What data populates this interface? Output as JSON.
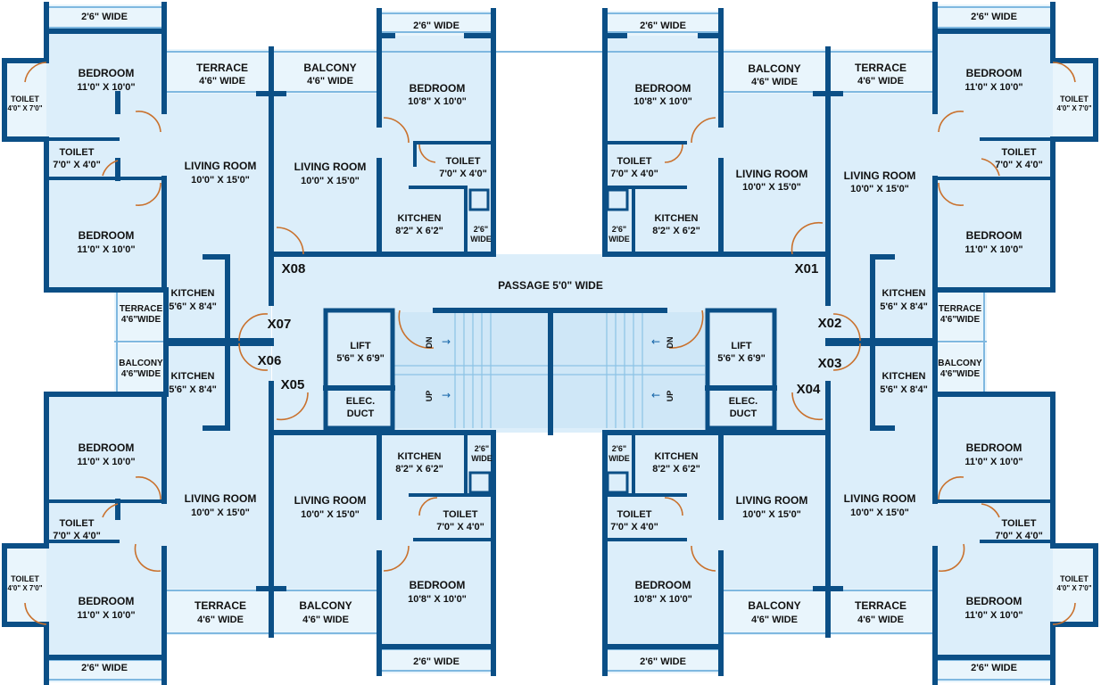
{
  "passage": "PASSAGE 5'0\" WIDE",
  "units": [
    {
      "id": "X01",
      "rooms": {
        "bed_top_name": "BEDROOM",
        "bed_top_size": "11'0\" X 10'0\"",
        "wide_top": "2'6\" WIDE",
        "toilet_side_name": "TOILET",
        "toilet_side_size": "4'0\" X 7'0\"",
        "toilet_mid_name": "TOILET",
        "toilet_mid_size": "7'0\" X 4'0\"",
        "bed_bottom_name": "BEDROOM",
        "bed_bottom_size": "11'0\" X 10'0\"",
        "terrace_name": "TERRACE",
        "terrace_size": "4'6\" WIDE",
        "living_name": "LIVING ROOM",
        "living_size": "10'0\" X 15'0\"",
        "kitchen_name": "KITCHEN",
        "kitchen_size": "5'6\" X 8'4\"",
        "side_name": "TERRACE",
        "side_size": "4'6\"WIDE"
      }
    },
    {
      "id": "X02"
    },
    {
      "id": "X03"
    },
    {
      "id": "X04"
    },
    {
      "id": "X05"
    },
    {
      "id": "X06"
    },
    {
      "id": "X07"
    },
    {
      "id": "X08"
    }
  ],
  "labels": {
    "tl_wide": "2'6\" WIDE",
    "tl_bed1": "BEDROOM",
    "tl_bed1_size": "11'0\" X 10'0\"",
    "tl_toilet_side": "TOILET",
    "tl_toilet_side_size": "4'0\" X 7'0\"",
    "tl_terrace": "TERRACE",
    "tl_terrace_size": "4'6\" WIDE",
    "tl_toilet": "TOILET",
    "tl_toilet_size": "7'0\" X 4'0\"",
    "tl_living": "LIVING ROOM",
    "tl_living_size": "10'0\" X 15'0\"",
    "tl_bed2": "BEDROOM",
    "tl_bed2_size": "11'0\" X 10'0\"",
    "tl_side_terrace": "TERRACE",
    "tl_side_terrace_size": "4'6\"WIDE",
    "tl_kitchen": "KITCHEN",
    "tl_kitchen_size": "5'6\" X 8'4\"",
    "tc_wide": "2'6\" WIDE",
    "tc_balcony": "BALCONY",
    "tc_balcony_size": "4'6\" WIDE",
    "tc_bed": "BEDROOM",
    "tc_bed_size": "10'8\" X 10'0\"",
    "tc_living": "LIVING ROOM",
    "tc_living_size": "10'0\" X 15'0\"",
    "tc_toilet": "TOILET",
    "tc_toilet_size": "7'0\" X 4'0\"",
    "tc_kitchen": "KITCHEN",
    "tc_kitchen_size": "8'2\" X 6'2\"",
    "tc_duct": "2'6\"",
    "tc_duct2": "WIDE",
    "tr_wide": "2'6\" WIDE",
    "tr_bed": "BEDROOM",
    "tr_bed_size": "10'8\" X 10'0\"",
    "tr_balcony": "BALCONY",
    "tr_balcony_size": "4'6\" WIDE",
    "tr_toilet": "TOILET",
    "tr_toilet_size": "7'0\" X 4'0\"",
    "tr_living": "LIVING ROOM",
    "tr_living_size": "10'0\" X 15'0\"",
    "tr_duct": "2'6\"",
    "tr_duct2": "WIDE",
    "tr_kitchen": "KITCHEN",
    "tr_kitchen_size": "8'2\" X 6'2\"",
    "rr_wide": "2'6\" WIDE",
    "rr_terrace": "TERRACE",
    "rr_terrace_size": "4'6\" WIDE",
    "rr_bed1": "BEDROOM",
    "rr_bed1_size": "11'0\" X 10'0\"",
    "rr_toilet_side": "TOILET",
    "rr_toilet_side_size": "4'0\" X 7'0\"",
    "rr_living": "LIVING ROOM",
    "rr_living_size": "10'0\" X 15'0\"",
    "rr_toilet": "TOILET",
    "rr_toilet_size": "7'0\" X 4'0\"",
    "rr_bed2": "BEDROOM",
    "rr_bed2_size": "11'0\" X 10'0\"",
    "rr_kitchen": "KITCHEN",
    "rr_kitchen_size": "5'6\" X 8'4\"",
    "rr_side_terrace": "TERRACE",
    "rr_side_terrace_size": "4'6\"WIDE",
    "bl_side_balcony": "BALCONY",
    "bl_side_balcony_size": "4'6\"WIDE",
    "bl_kitchen": "KITCHEN",
    "bl_kitchen_size": "5'6\" X 8'4\"",
    "bl_bed1": "BEDROOM",
    "bl_bed1_size": "11'0\" X 10'0\"",
    "bl_living": "LIVING ROOM",
    "bl_living_size": "10'0\" X 15'0\"",
    "bl_toilet": "TOILET",
    "bl_toilet_size": "7'0\" X 4'0\"",
    "bl_toilet_side": "TOILET",
    "bl_toilet_side_size": "4'0\" X 7'0\"",
    "bl_bed2": "BEDROOM",
    "bl_bed2_size": "11'0\" X 10'0\"",
    "bl_terrace": "TERRACE",
    "bl_terrace_size": "4'6\" WIDE",
    "bl_wide": "2'6\" WIDE",
    "bc_kitchen": "KITCHEN",
    "bc_kitchen_size": "8'2\" X 6'2\"",
    "bc_duct": "2'6\"",
    "bc_duct2": "WIDE",
    "bc_living": "LIVING ROOM",
    "bc_living_size": "10'0\" X 15'0\"",
    "bc_toilet": "TOILET",
    "bc_toilet_size": "7'0\" X 4'0\"",
    "bc_bed": "BEDROOM",
    "bc_bed_size": "10'8\" X 10'0\"",
    "bc_balcony": "BALCONY",
    "bc_balcony_size": "4'6\" WIDE",
    "bc_wide": "2'6\" WIDE",
    "br_duct": "2'6\"",
    "br_duct2": "WIDE",
    "br_kitchen": "KITCHEN",
    "br_kitchen_size": "8'2\" X 6'2\"",
    "br_living": "LIVING ROOM",
    "br_living_size": "10'0\" X 15'0\"",
    "br_toilet": "TOILET",
    "br_toilet_size": "7'0\" X 4'0\"",
    "br_bed": "BEDROOM",
    "br_bed_size": "10'8\" X 10'0\"",
    "br_balcony": "BALCONY",
    "br_balcony_size": "4'6\" WIDE",
    "br_wide": "2'6\" WIDE",
    "rb_side_balcony": "BALCONY",
    "rb_side_balcony_size": "4'6\"WIDE",
    "rb_kitchen": "KITCHEN",
    "rb_kitchen_size": "5'6\" X 8'4\"",
    "rb_bed1": "BEDROOM",
    "rb_bed1_size": "11'0\" X 10'0\"",
    "rb_living": "LIVING ROOM",
    "rb_living_size": "10'0\" X 15'0\"",
    "rb_toilet": "TOILET",
    "rb_toilet_size": "7'0\" X 4'0\"",
    "rb_toilet_side": "TOILET",
    "rb_toilet_side_size": "4'0\" X 7'0\"",
    "rb_bed2": "BEDROOM",
    "rb_bed2_size": "11'0\" X 10'0\"",
    "rb_terrace": "TERRACE",
    "rb_terrace_size": "4'6\" WIDE",
    "rb_wide": "2'6\" WIDE",
    "lift_l": "LIFT",
    "lift_l_size": "5'6\" X 6'9\"",
    "lift_r": "LIFT",
    "lift_r_size": "5'6\" X 6'9\"",
    "duct_l": "ELEC.",
    "duct_l2": "DUCT",
    "duct_r": "ELEC.",
    "duct_r2": "DUCT",
    "dn": "DN",
    "up": "UP"
  }
}
